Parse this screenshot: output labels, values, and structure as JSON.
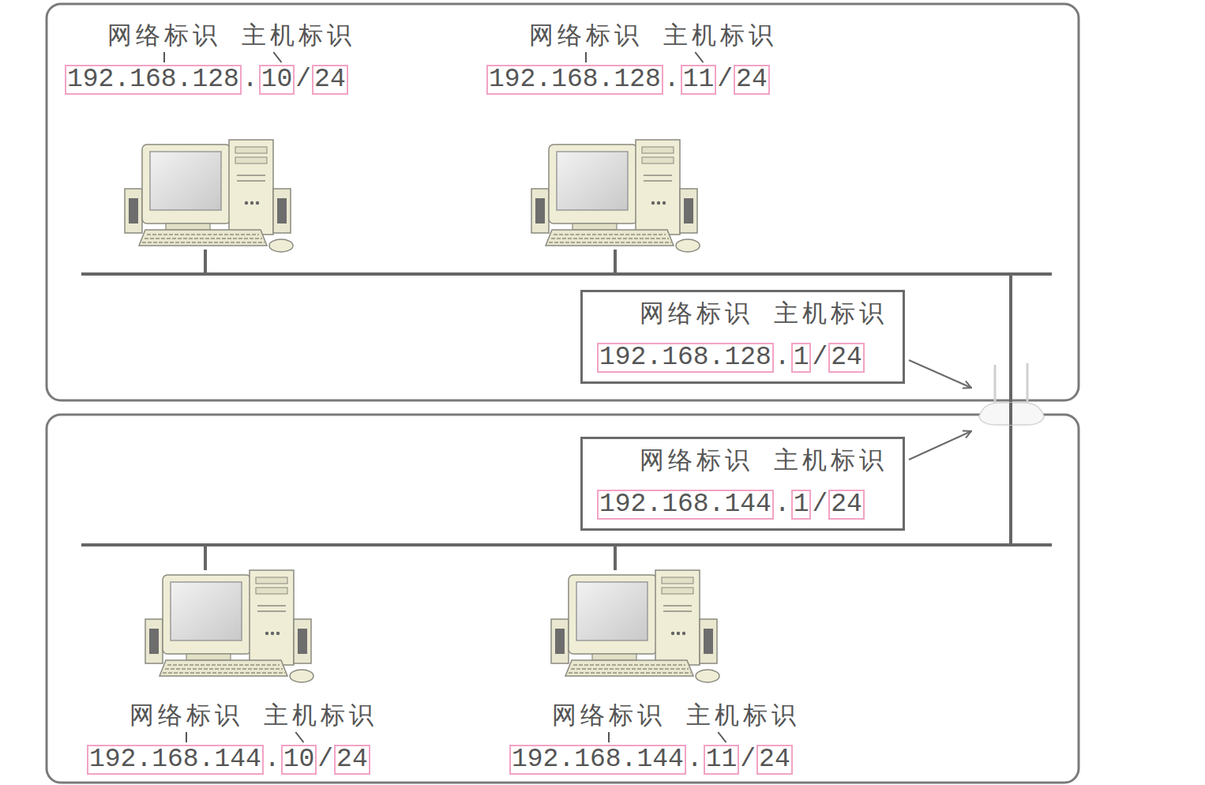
{
  "diagram": {
    "nodes": [
      {
        "text": [
          "网络标识",
          "主机标识",
          "192.168.128",
          ".",
          "1",
          "/",
          "24"
        ]
      },
      {
        "text": [
          "网络标识",
          "主机标识",
          "192.168.144",
          ".",
          "1",
          "/",
          "24"
        ]
      }
    ],
    "labels": [
      "网络标识",
      "主机标识",
      "192.168.128",
      ".",
      "10",
      "/",
      "24",
      "网络标识",
      "主机标识",
      "192.168.128",
      ".",
      "11",
      "/",
      "24",
      "网络标识",
      "主机标识",
      "192.168.144",
      ".",
      "10",
      "/",
      "24",
      "网络标识",
      "主机标识",
      "192.168.144",
      ".",
      "11",
      "/",
      "24"
    ]
  }
}
